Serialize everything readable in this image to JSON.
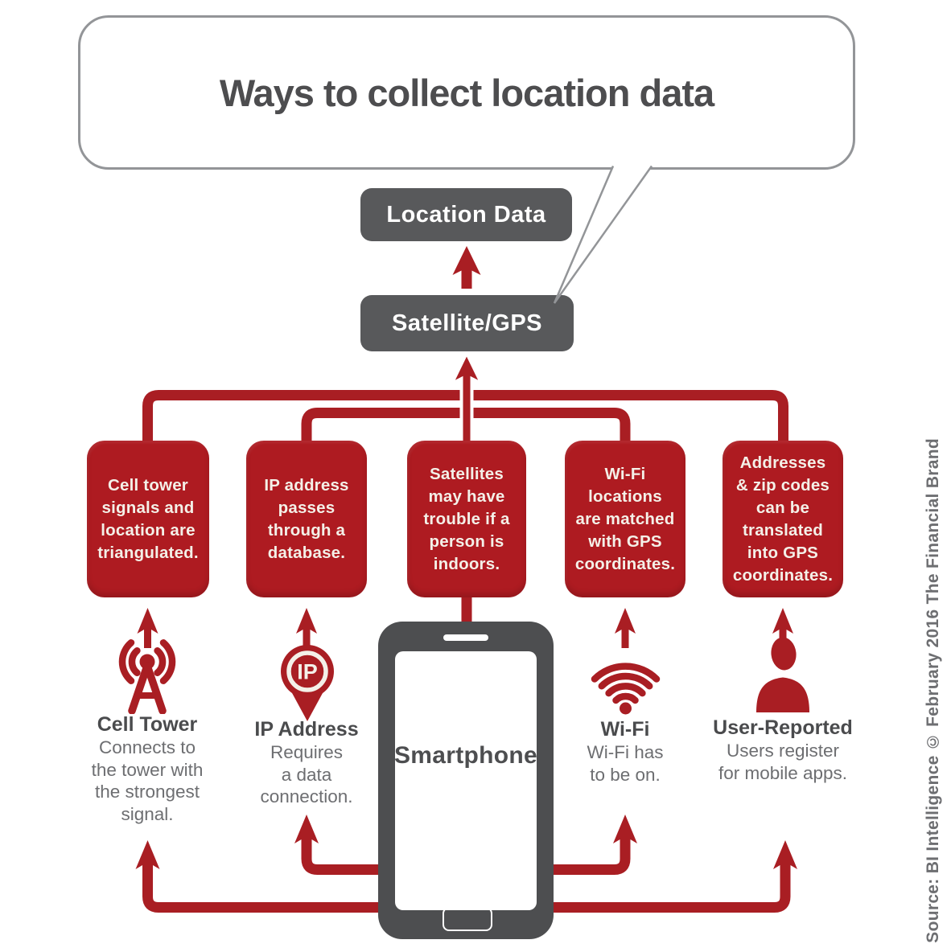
{
  "title": "Ways to collect location data",
  "flow": {
    "location_data_label": "Location Data",
    "satellite_label": "Satellite/GPS"
  },
  "smartphone": {
    "label": "Smartphone"
  },
  "methods": [
    {
      "id": "cell-tower",
      "box_text": "Cell tower\nsignals and\nlocation are\ntriangulated.",
      "icon": "cell-tower-icon",
      "label": "Cell Tower",
      "description": "Connects to\nthe tower with\nthe strongest\nsignal."
    },
    {
      "id": "ip-address",
      "box_text": "IP address\npasses\nthrough a\ndatabase.",
      "icon": "ip-address-pin-icon",
      "icon_text": "IP",
      "label": "IP Address",
      "description": "Requires\na data\nconnection."
    },
    {
      "id": "satellite-gps",
      "box_text": "Satellites\nmay have\ntrouble if a\nperson is\nindoors."
    },
    {
      "id": "wifi",
      "box_text": "Wi-Fi\nlocations\nare matched\nwith GPS\ncoordinates.",
      "icon": "wifi-icon",
      "label": "Wi-Fi",
      "description": "Wi-Fi has\nto be on."
    },
    {
      "id": "user-reported",
      "box_text": "Addresses\n& zip codes\ncan be\ntranslated\ninto GPS\ncoordinates.",
      "icon": "person-icon",
      "label": "User-Reported",
      "description": "Users register\nfor mobile apps."
    }
  ],
  "source": {
    "text": "Source: BI Intelligence © February 2016 The Financial Brand"
  },
  "colors": {
    "red": "#A91E23",
    "box_red": "#AE1B21",
    "dark_gray": "#58595B",
    "phone_gray": "#4D4E50",
    "label_gray": "#6D6E71",
    "heading_gray": "#4A4B4D",
    "bubble_border": "#939598",
    "cream_text": "#F4F0E8"
  }
}
